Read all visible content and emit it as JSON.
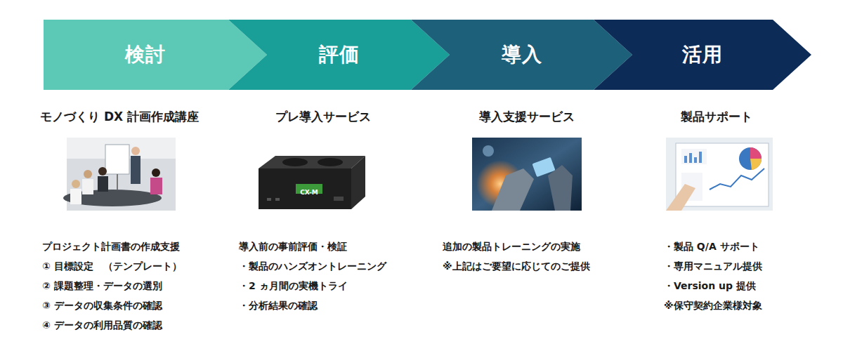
{
  "diagram": {
    "nodes": [
      {
        "text": [
          "検討"
        ]
      },
      {
        "text": [
          "評価"
        ]
      },
      {
        "text": [
          "導入"
        ]
      },
      {
        "text": [
          "活用"
        ]
      }
    ],
    "labels": [
      "モノづくり DX 計画作成講座",
      "プロジェクト計画書の作成支援",
      "① 目標設定　（テンプレート）",
      "② 課題整理・データの選別",
      "③ データの収集条件の確認",
      "④ データの利用品質の確認",
      "プレ導入サービス",
      "CX-M",
      "導入前の事前評価・検証",
      "・製品のハンズオントレーニング",
      "・2 ヵ月間の実機トライ",
      "・分析結果の確認",
      "導入支援サービス",
      "追加の製品トレーニングの実施",
      "※上記はご要望に応じてのご提供",
      "製品サポート",
      "・製品 Q/A サポート",
      "・専用マニュアル提供",
      "・Version up 提供",
      "※保守契約企業様対象"
    ]
  }
}
